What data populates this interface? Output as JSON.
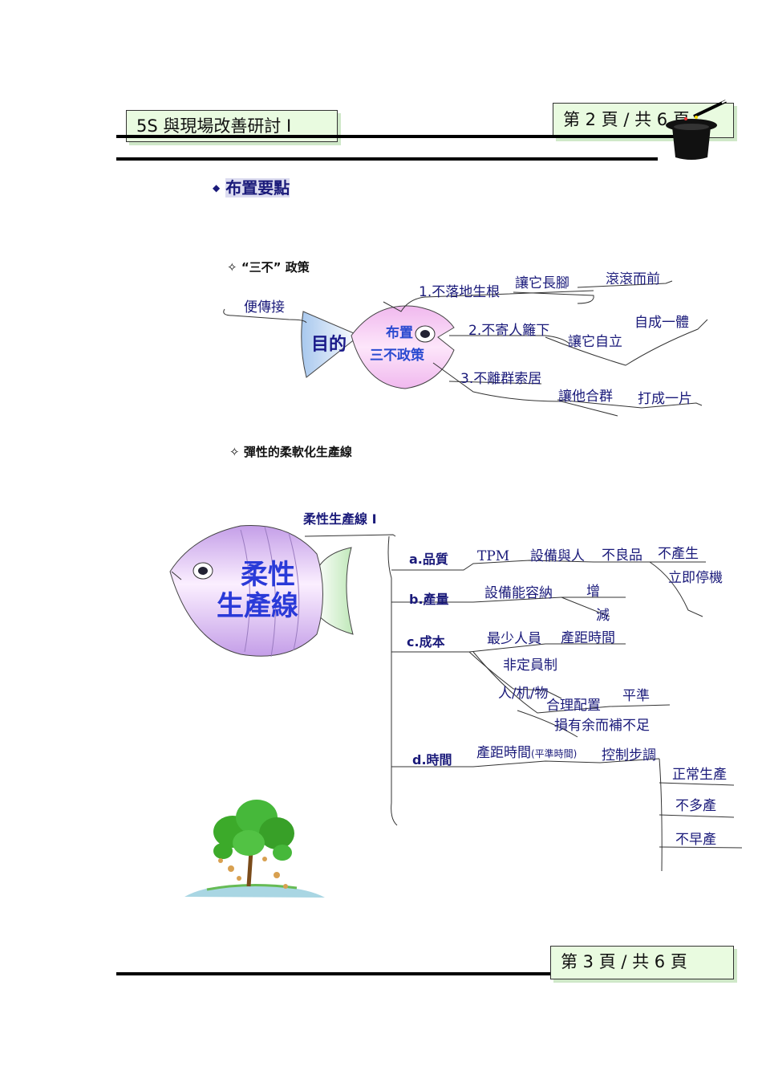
{
  "header": {
    "course_title": "5S 與現場改善研討 I",
    "page_top": "第 2 頁 / 共 6 頁",
    "page_bottom": "第 3 頁 / 共 6 頁"
  },
  "section": {
    "bullet": "◆",
    "title": "布置要點"
  },
  "three_no": {
    "star": "✧",
    "title": "“三不” 政策",
    "fish_tail_text": "目的",
    "fish_body_line1": "布置",
    "fish_body_line2": "三不政策",
    "convenient": "便傳接",
    "items": [
      {
        "label": "1.不落地生根",
        "a": "讓它長腳",
        "b": "滾滾而前"
      },
      {
        "label": "2.不寄人籬下",
        "a": "讓它自立",
        "b": "自成一體"
      },
      {
        "label": "3.不離群索居",
        "a": "讓他合群",
        "b": "打成一片"
      }
    ]
  },
  "flex_line": {
    "star": "✧",
    "title": "彈性的柔軟化生產線",
    "diagram_title": "柔性生產線 I",
    "fish_line1": "柔性",
    "fish_line2": "生產線",
    "branches": {
      "quality": {
        "label": "a.品質",
        "tpm": "TPM",
        "equip_people": "設備與人",
        "defect": "不良品",
        "no_produce": "不產生",
        "stop": "立即停機"
      },
      "volume": {
        "label": "b.產量",
        "capacity": "設備能容納",
        "inc": "增",
        "dec": "減"
      },
      "cost": {
        "label": "c.成本",
        "min_people": "最少人員",
        "takt": "產距時間",
        "non_fixed": "非定員制",
        "pmm": "人/机/物",
        "alloc": "合理配置",
        "level": "平準",
        "balance": "損有余而補不足"
      },
      "time": {
        "label": "d.時間",
        "takt": "產距時間",
        "takt_note": "(平準時間)",
        "control": "控制步調",
        "normal": "正常生產",
        "not_more": "不多產",
        "not_early": "不早產"
      }
    }
  },
  "colors": {
    "navy": "#1a1a7a",
    "tag_bg": "#e9fbe0",
    "fish_pink": "#f4c8f0",
    "fish_purple": "#c9a8ea",
    "fin_green": "#cfeec8"
  }
}
